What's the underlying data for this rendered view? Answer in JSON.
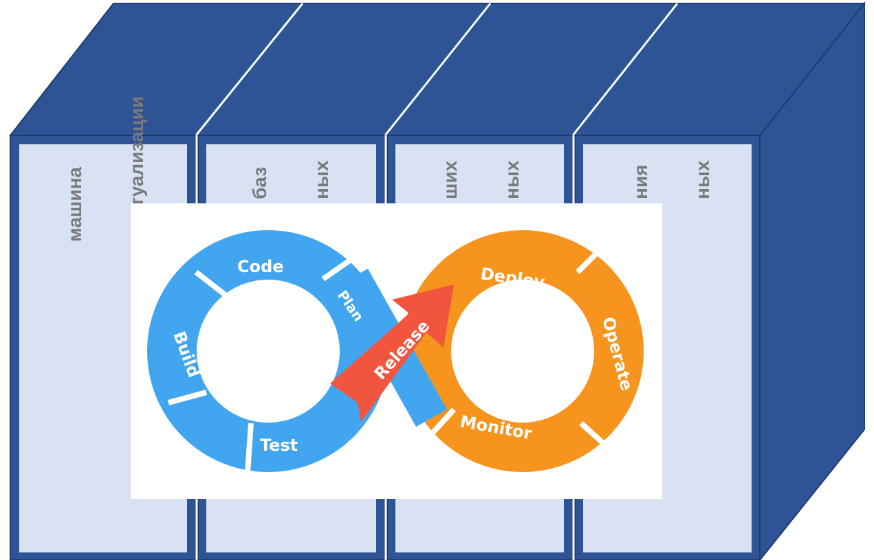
{
  "colors": {
    "block_fill": "#2e5496",
    "block_edge": "#1f3a6e",
    "panel_fill": "#d9e2f3",
    "separator": "#ffffff",
    "label_text": "#7a7a7a",
    "loop_blue": "#42a5f0",
    "loop_orange": "#f7941d",
    "release_red": "#f2553d"
  },
  "panels": [
    {
      "label_line1": "машина",
      "label_line2": "виртуализации"
    },
    {
      "label_line1": "баз",
      "label_line2": "ных"
    },
    {
      "label_line1": "ших",
      "label_line2": "ных"
    },
    {
      "label_line1": "ния",
      "label_line2": "ных"
    }
  ],
  "devops_loop": {
    "left_loop": [
      "Code",
      "Build",
      "Test",
      "Plan"
    ],
    "right_loop": [
      "Deploy",
      "Operate",
      "Monitor"
    ],
    "center": "Release"
  }
}
